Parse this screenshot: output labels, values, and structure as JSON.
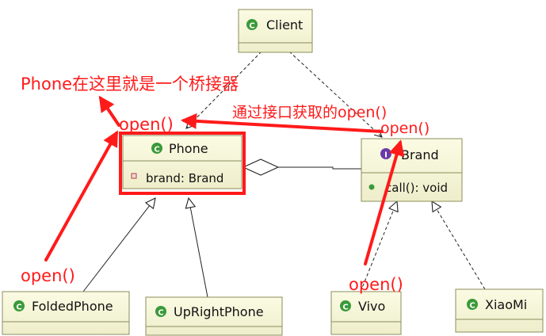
{
  "classes": {
    "client": {
      "name": "Client"
    },
    "phone": {
      "name": "Phone",
      "member": "brand: Brand"
    },
    "brand": {
      "name": "Brand",
      "member": "call(): void"
    },
    "folded_phone": {
      "name": "FoldedPhone"
    },
    "upright_phone": {
      "name": "UpRightPhone"
    },
    "vivo": {
      "name": "Vivo"
    },
    "xiaomi": {
      "name": "XiaoMi"
    }
  },
  "annotations": {
    "bridge_note": "Phone在这里就是一个桥接器",
    "interface_note": "通过接口获取的open()",
    "open_phone": "open()",
    "open_brand": "open()",
    "open_folded_phone": "open()",
    "open_vivo": "open()"
  },
  "colors": {
    "class_fill": "#f7f7d4",
    "class_border": "#8c8c5c",
    "class_icon": "#3a9a3a",
    "interface_icon": "#6a3aa8",
    "highlight": "#ff1a1a",
    "annotation": "#ff1a1a"
  }
}
